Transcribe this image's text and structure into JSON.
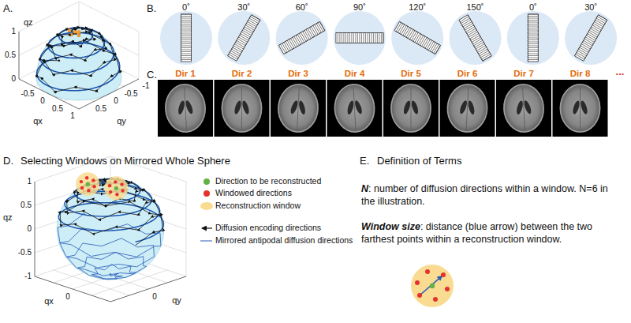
{
  "diagram": {
    "labels": [
      "A.",
      "qz",
      "1",
      "0.5",
      "0",
      "-0.5",
      "0",
      "0.5",
      "1",
      "qx",
      "0.5",
      "0",
      "-0.5",
      "-1",
      "qy",
      "B.",
      "0˚",
      "30˚",
      "60˚",
      "90˚",
      "120˚",
      "150˚",
      "0˚",
      "30˚",
      "C.",
      "Dir 1",
      "Dir 2",
      "Dir 3",
      "Dir 4",
      "Dir 5",
      "Dir 6",
      "Dir 7",
      "Dir 8",
      "...",
      "D.",
      "Selecting Windows on Mirrored Whole Sphere",
      "qz",
      "1",
      "0.5",
      "0",
      "-0.5",
      "-1",
      "qx",
      "0",
      "qy",
      "0",
      "E.",
      "Definition of Terms",
      "N",
      ": number of diffusion directions within a window. N=6 in the illustration.",
      "Window size",
      ": distance (blue arrow) between the two farthest points within a reconstruction window."
    ],
    "legend": [
      {
        "text": "Direction to be reconstructed",
        "color": "#62b146"
      },
      {
        "text": "Windowed directions",
        "color": "#e5322d"
      },
      {
        "text": "Reconstruction window",
        "color": "#f9dc92"
      },
      {
        "text": "Diffusion encoding directions"
      },
      {
        "text": "Mirrored antipodal diffusion directions"
      }
    ]
  }
}
